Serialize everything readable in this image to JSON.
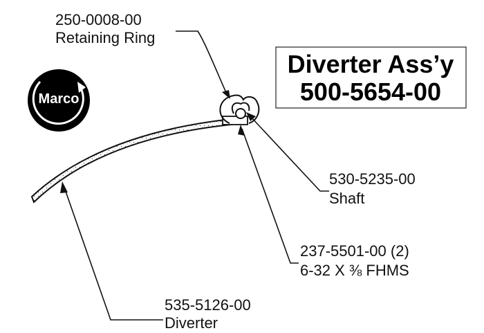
{
  "title": {
    "line1": "Diverter Ass’y",
    "line2": "500-5654-00"
  },
  "logo": {
    "text": "Marco",
    "icon": "marco-logo-icon"
  },
  "callouts": [
    {
      "part_number": "250-0008-00",
      "description": "Retaining Ring"
    },
    {
      "part_number": "530-5235-00",
      "description": "Shaft"
    },
    {
      "part_number": "237-5501-00 (2)",
      "description": "6-32 X ⅜ FHMS"
    },
    {
      "part_number": "535-5126-00",
      "description": "Diverter"
    }
  ]
}
